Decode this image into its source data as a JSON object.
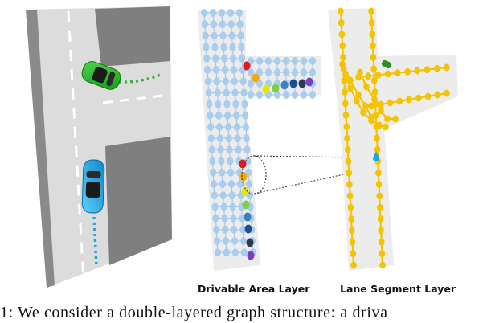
{
  "layers": {
    "drivable_area_label": "Drivable Area Layer",
    "lane_segment_label": "Lane Segment Layer"
  },
  "caption": "1: We consider a double-layered graph structure: a driva",
  "colors": {
    "road": "#d9d9d9",
    "block": "#7f7f7f",
    "green_car": "#2ebd2e",
    "blue_car": "#1fa7e0",
    "drivable_node": "#a9cdee",
    "lane_node": "#f5c400",
    "node_sequence": [
      "#e31a1c",
      "#f2a900",
      "#e6e600",
      "#7ccd4a",
      "#3a7fbf",
      "#1f4e8c",
      "#2b3a55",
      "#7b3fbf"
    ]
  },
  "icons": [
    "green-car-icon",
    "blue-car-icon"
  ]
}
